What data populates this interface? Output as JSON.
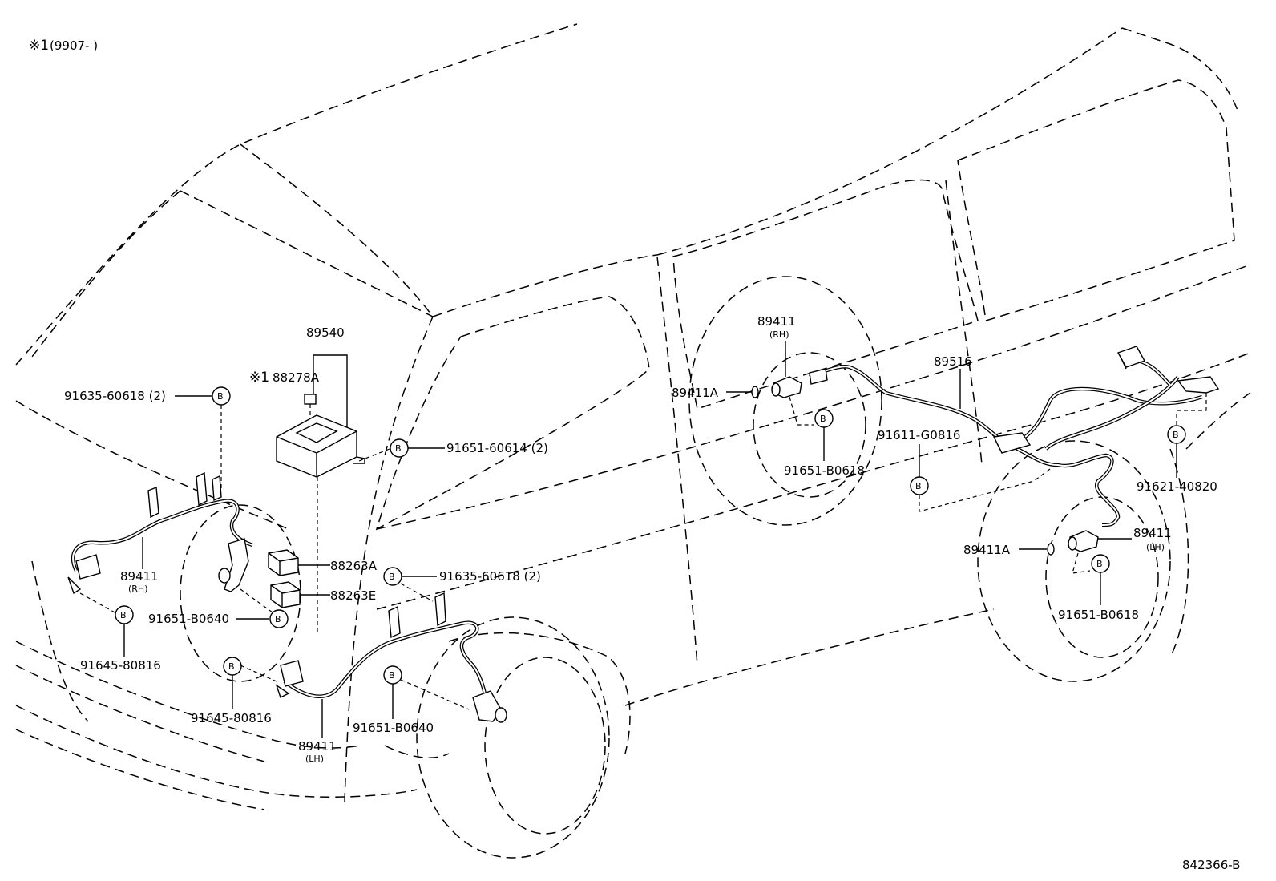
{
  "note": {
    "mark": "※1",
    "range": "(9907-        )"
  },
  "figure_number": "842366-B",
  "bolt_marker": "B",
  "labels": {
    "ecu": "89540",
    "ecu_connector": "88278A",
    "ecu_connector_mark": "※1",
    "relay_a": "88263A",
    "relay_e": "88263E",
    "wire_rear": "89516",
    "sensor_fr": "89411",
    "sensor_fr_side": "(RH)",
    "sensor_fl": "89411",
    "sensor_fl_side": "(LH)",
    "sensor_rr": "89411",
    "sensor_rr_side": "(RH)",
    "sensor_rl": "89411",
    "sensor_rl_side": "(LH)",
    "oring_rr": "89411A",
    "oring_rl": "89411A",
    "bolt_ecu": "91651-60614 (2)",
    "bolt_front_rh_bracket": "91635-60618 (2)",
    "bolt_front_lh_bracket": "91635-60618 (2)",
    "bolt_front_rh_sensor": "91651-B0640",
    "bolt_front_lh_sensor": "91651-B0640",
    "bolt_front_rh_clamp": "91645-80816",
    "bolt_front_lh_clamp": "91645-80816",
    "bolt_rear_rh_sensor": "91651-B0618",
    "bolt_rear_lh_sensor": "91651-B0618",
    "bolt_rear_clamp": "91611-G0816",
    "bolt_rear_bracket": "91621-40820"
  }
}
